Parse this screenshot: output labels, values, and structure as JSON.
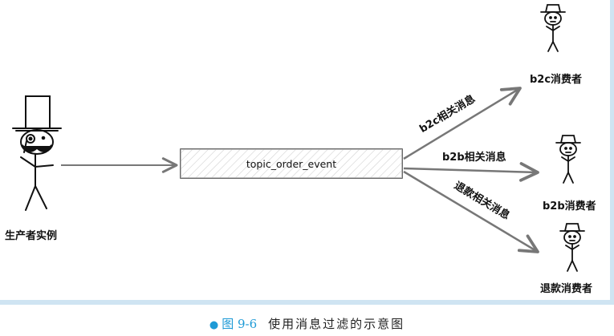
{
  "producer": {
    "label": "生产者实例"
  },
  "topic": {
    "label": "topic_order_event"
  },
  "edges": {
    "b2c": "b2c相关消息",
    "b2b": "b2b相关消息",
    "refund": "退款相关消息"
  },
  "consumers": {
    "b2c": "b2c消费者",
    "b2b": "b2b消费者",
    "refund": "退款消费者"
  },
  "caption": {
    "figure": "图 9-6",
    "text": "使用消息过滤的示意图"
  },
  "colors": {
    "accent": "#1e9ad6",
    "arrow": "#777777",
    "panel_border": "#cfe4f2"
  }
}
